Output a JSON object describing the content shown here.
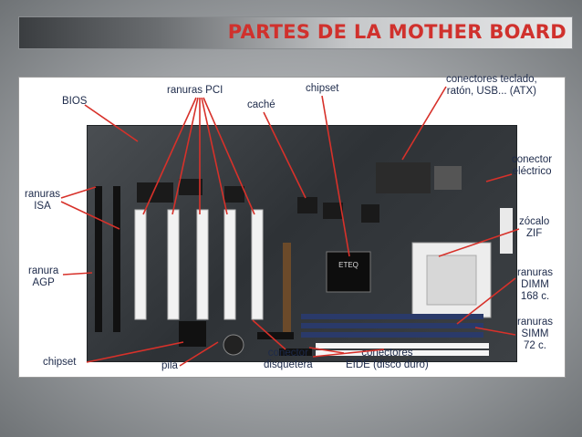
{
  "title": "PARTES DE LA MOTHER BOARD",
  "labels": {
    "bios": "BIOS",
    "ranuras_pci": "ranuras PCI",
    "chipset_top": "chipset",
    "cache": "caché",
    "conectores_teclado_1": "conectores teclado,",
    "conectores_teclado_2": "ratón, USB... (ATX)",
    "ranuras_isa_1": "ranuras",
    "ranuras_isa_2": "ISA",
    "conector_electrico_1": "conector",
    "conector_electrico_2": "eléctrico",
    "zocalo_1": "zócalo",
    "zocalo_2": "ZIF",
    "ranura_agp_1": "ranura",
    "ranura_agp_2": "AGP",
    "ranuras_dimm_1": "ranuras",
    "ranuras_dimm_2": "DIMM",
    "ranuras_dimm_3": "168 c.",
    "chipset_bottom": "chipset",
    "pila": "pila",
    "conector_disquetera_1": "conector",
    "conector_disquetera_2": "disquetera",
    "conectores_eide_1": "conectores",
    "conectores_eide_2": "EIDE (disco duro)",
    "ranuras_simm_1": "ranuras",
    "ranuras_simm_2": "SIMM",
    "ranuras_simm_3": "72 c.",
    "chip_label": "ETEQ"
  }
}
